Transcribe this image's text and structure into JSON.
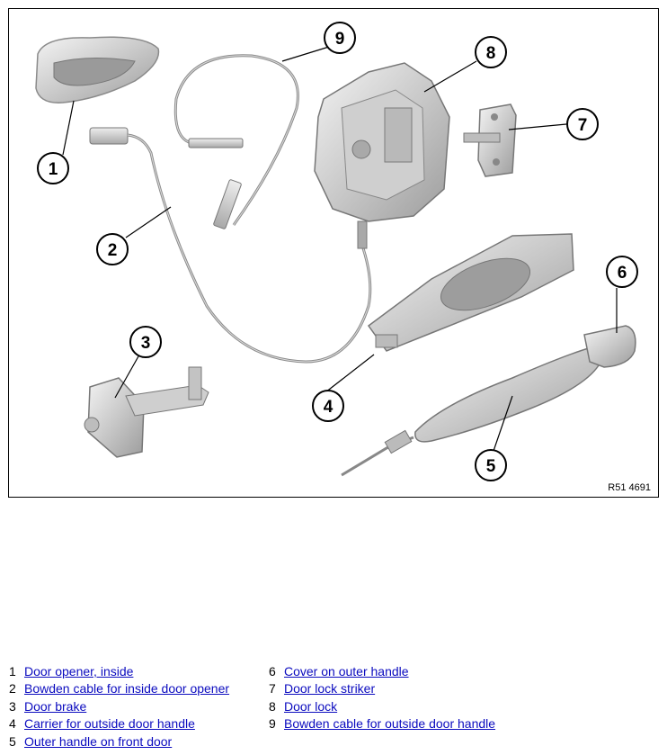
{
  "figure": {
    "reference": "R51 4691",
    "callouts": [
      "1",
      "2",
      "3",
      "4",
      "5",
      "6",
      "7",
      "8",
      "9"
    ]
  },
  "legend": [
    {
      "number": "1",
      "label": "Door opener, inside"
    },
    {
      "number": "2",
      "label": "Bowden cable for inside door opener"
    },
    {
      "number": "3",
      "label": "Door brake"
    },
    {
      "number": "4",
      "label": "Carrier for outside door handle"
    },
    {
      "number": "5",
      "label": "Outer handle on front door"
    },
    {
      "number": "6",
      "label": "Cover on outer handle"
    },
    {
      "number": "7",
      "label": "Door lock striker"
    },
    {
      "number": "8",
      "label": "Door lock"
    },
    {
      "number": "9",
      "label": "Bowden cable for outside door handle"
    }
  ],
  "colors": {
    "part_fill": "#d9d9d9",
    "part_stroke": "#6f6f6f",
    "link": "#0b0bbf"
  }
}
